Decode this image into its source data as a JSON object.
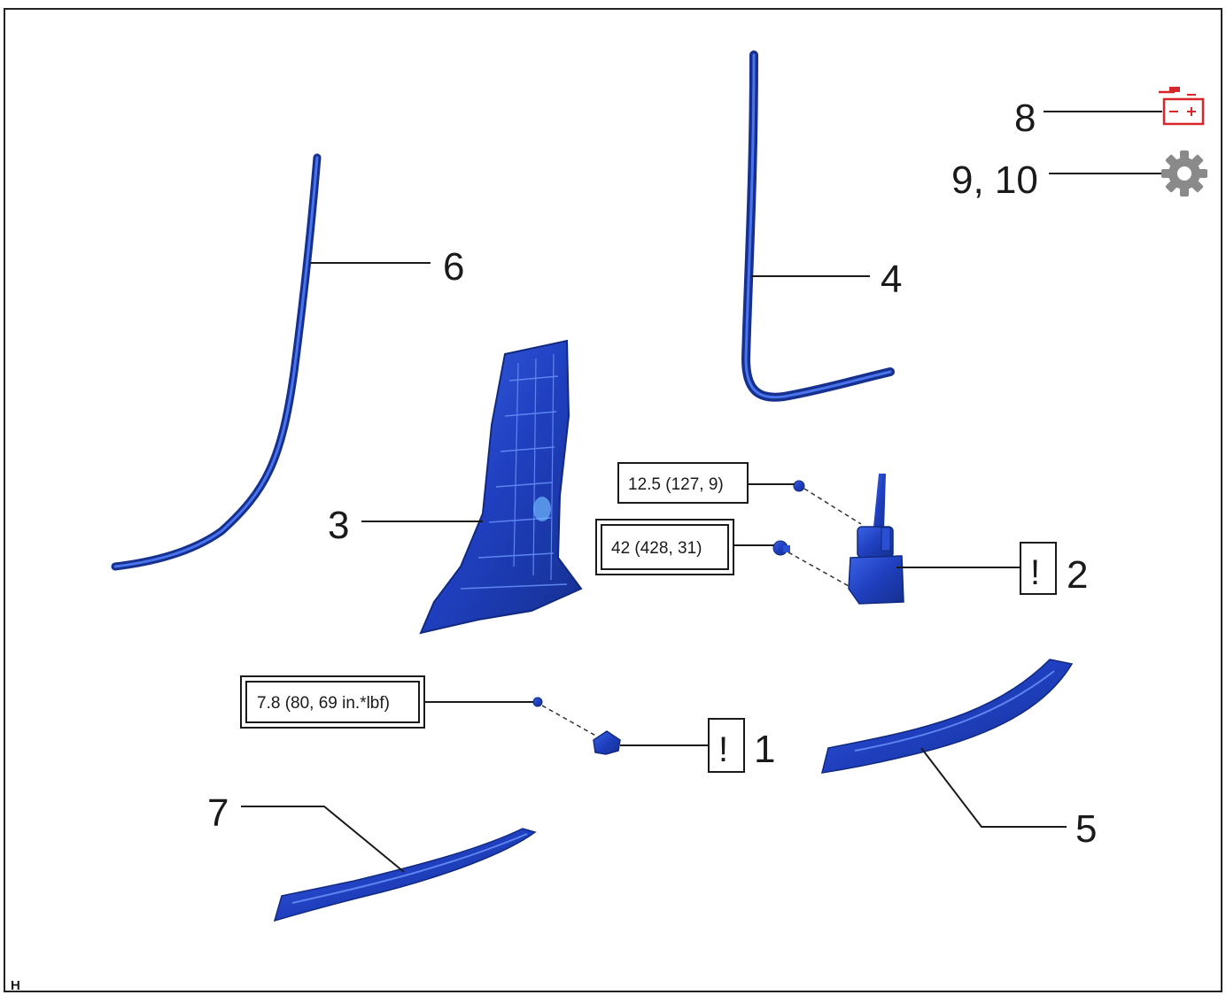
{
  "callouts": {
    "c1": "1",
    "c2": "2",
    "c3": "3",
    "c4": "4",
    "c5": "5",
    "c6": "6",
    "c7": "7",
    "c8": "8",
    "c9_10": "9, 10"
  },
  "torque_specs": {
    "bolt_upper": "12.5 (127, 9)",
    "bolt_lower": "42 (428, 31)",
    "bolt_anchor": "7.8 (80, 69 in.*lbf)"
  },
  "caution_mark": "!",
  "figure_code": "H",
  "icons": {
    "battery": "battery-disconnect-icon",
    "gear": "gear-icon"
  },
  "colors": {
    "part_blue": "#1f3fbf",
    "battery_red": "#d9262b",
    "gear_gray": "#8a8a8a"
  }
}
